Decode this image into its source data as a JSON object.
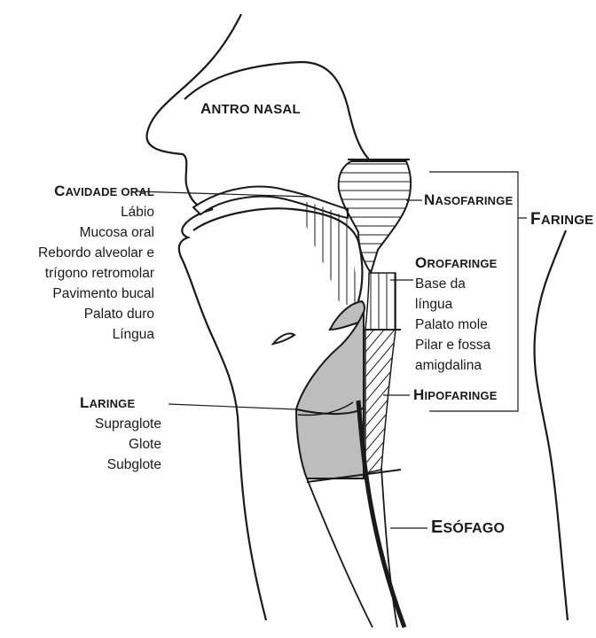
{
  "colors": {
    "stroke": "#1a1a1a",
    "larynx_fill": "#bdbdbd",
    "background": "#ffffff"
  },
  "labels": {
    "antro_nasal": {
      "first": "A",
      "rest": "NTRO NASAL"
    },
    "cavidade_oral": {
      "first": "C",
      "rest": "AVIDADE ORAL",
      "items": [
        "Lábio",
        "Mucosa oral",
        "Rebordo alveolar e",
        "trígono retromolar",
        "Pavimento bucal",
        "Palato duro",
        "Língua"
      ]
    },
    "nasofaringe": {
      "first": "N",
      "rest": "ASOFARINGE"
    },
    "faringe": {
      "first": "F",
      "rest": "ARINGE"
    },
    "orofaringe": {
      "first": "O",
      "rest": "ROFARINGE",
      "items": [
        "Base da",
        "língua",
        "Palato mole",
        "Pilar e fossa",
        "amigdalina"
      ]
    },
    "hipofaringe": {
      "first": "H",
      "rest": "IPOFARINGE"
    },
    "laringe": {
      "first": "L",
      "rest": "ARINGE",
      "items": [
        "Supraglote",
        "Glote",
        "Subglote"
      ]
    },
    "esofago": {
      "first": "E",
      "rest": "SÓFAGO"
    }
  }
}
